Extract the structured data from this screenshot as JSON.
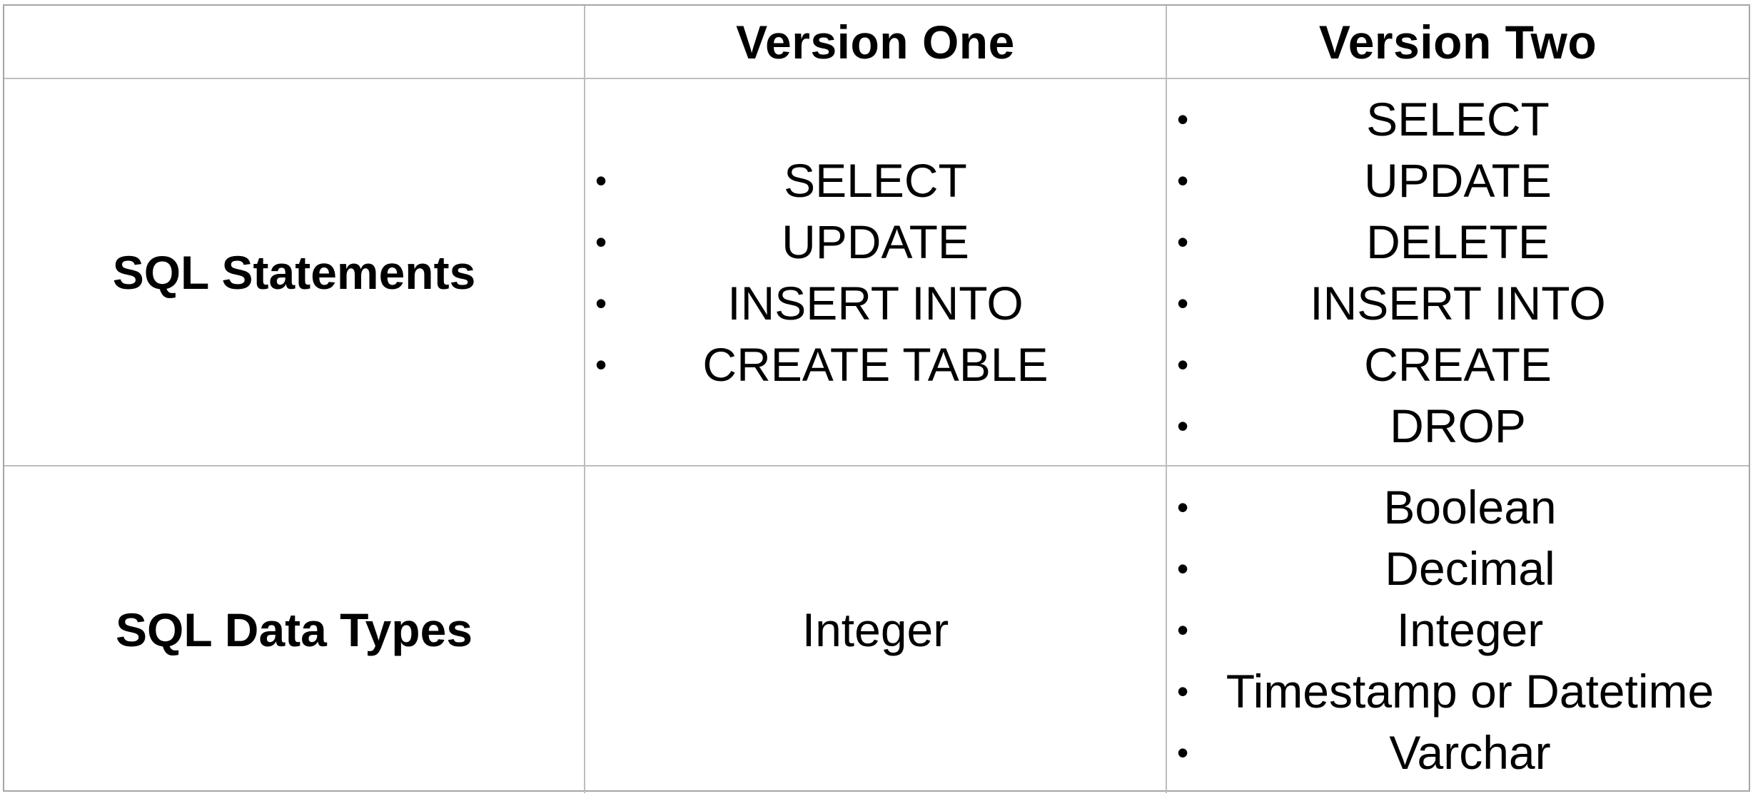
{
  "table": {
    "headers": [
      "",
      "Version One",
      "Version Two"
    ],
    "rows": [
      {
        "label": "SQL Statements",
        "version_one": [
          "SELECT",
          "UPDATE",
          "INSERT INTO",
          "CREATE TABLE"
        ],
        "version_two": [
          "SELECT",
          "UPDATE",
          "DELETE",
          "INSERT INTO",
          "CREATE",
          "DROP"
        ]
      },
      {
        "label": "SQL Data Types",
        "version_one": "Integer",
        "version_two": [
          "Boolean",
          "Decimal",
          "Integer",
          "Timestamp or Datetime",
          "Varchar"
        ]
      }
    ],
    "bullet_glyph": "•"
  }
}
